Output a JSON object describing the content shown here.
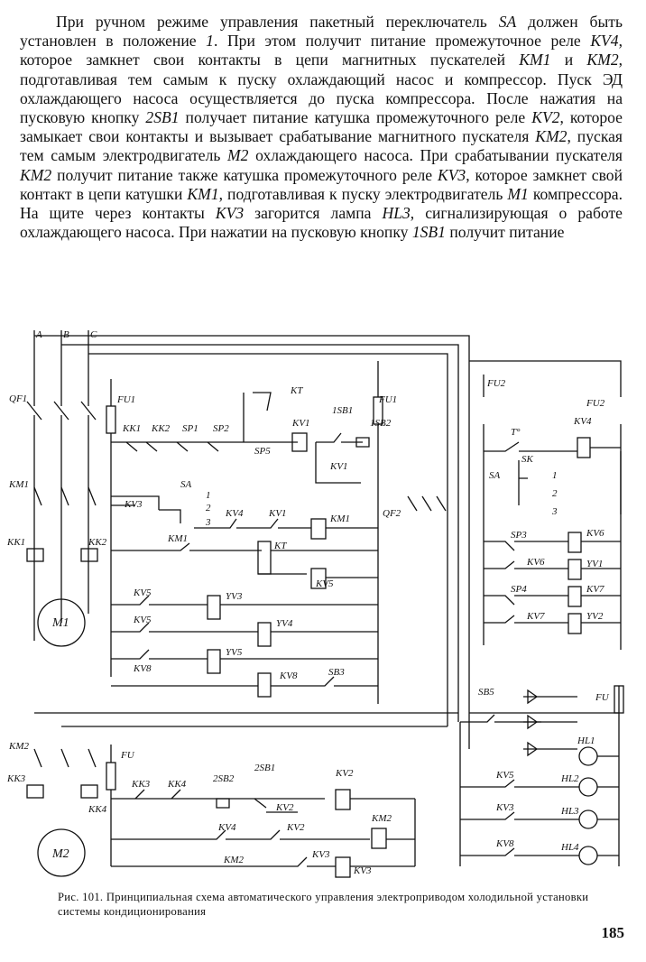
{
  "paragraph": {
    "segments": [
      {
        "t": "При ручном режиме управления пакетный переключатель "
      },
      {
        "t": "SA",
        "i": true
      },
      {
        "t": " должен быть установлен в положение "
      },
      {
        "t": "1",
        "i": true
      },
      {
        "t": ". При этом получит питание промежуточное реле "
      },
      {
        "t": "KV4",
        "i": true
      },
      {
        "t": ", которое замкнет свои контакты в цепи магнитных пускателей "
      },
      {
        "t": "KM1",
        "i": true
      },
      {
        "t": " и "
      },
      {
        "t": "KM2",
        "i": true
      },
      {
        "t": ", подготавливая тем самым к пуску охлаждающий насос и компрессор. Пуск ЭД охлаждающего насоса осуществляется до пуска компрессора. После нажатия на пусковую кнопку "
      },
      {
        "t": "2SB1",
        "i": true
      },
      {
        "t": " получает питание катушка промежуточного реле "
      },
      {
        "t": "KV2",
        "i": true
      },
      {
        "t": ", которое замыкает свои контакты и вызывает срабатывание магнитного пускателя "
      },
      {
        "t": "KM2",
        "i": true
      },
      {
        "t": ", пуская тем самым электродвигатель "
      },
      {
        "t": "M2",
        "i": true
      },
      {
        "t": " охлаждающего насоса. При срабатывании пускателя "
      },
      {
        "t": "KM2",
        "i": true
      },
      {
        "t": " получит питание также катушка промежуточного реле "
      },
      {
        "t": "KV3",
        "i": true
      },
      {
        "t": ", которое замкнет свой контакт в цепи катушки "
      },
      {
        "t": "KM1",
        "i": true
      },
      {
        "t": ", подготавливая к пуску электродвигатель "
      },
      {
        "t": "M1",
        "i": true
      },
      {
        "t": " компрессора. На щите через контакты "
      },
      {
        "t": "KV3",
        "i": true
      },
      {
        "t": " загорится лампа "
      },
      {
        "t": "HL3",
        "i": true
      },
      {
        "t": ", сигнализирующая о работе охлаждающего насоса. При нажатии на пусковую кнопку "
      },
      {
        "t": "1SB1",
        "i": true
      },
      {
        "t": " получит питание"
      }
    ]
  },
  "diagram": {
    "phases": [
      "A",
      "B",
      "C"
    ],
    "labels": {
      "qf1": "QF1",
      "fu1_left": "FU1",
      "fu1_right": "FU1",
      "fu2_top": "FU2",
      "fu2_right": "FU2",
      "kt_top": "KT",
      "kv1_coil": "KV1",
      "sb1_1": "1SB1",
      "sb2_1": "1SB2",
      "kv1_contact": "KV1",
      "kk1": "KK1",
      "kk2": "KK2",
      "sp1": "SP1",
      "sp2": "SP2",
      "sp5": "SP5",
      "km1_left": "KM1",
      "kk1_left": "KK1",
      "kk2_left": "KK2",
      "m1": "M1",
      "kv3_sa": "KV3",
      "sa_mid": "SA",
      "pos1": "1",
      "pos2": "2",
      "pos3": "3",
      "kv4_r1": "KV4",
      "kv1_r1": "KV1",
      "km1_coil": "KM1",
      "km1_r2": "KM1",
      "kt_coil": "KT",
      "kv5_coil": "KV5",
      "kv5_r3": "KV5",
      "yv3": "YV3",
      "kv5_r4": "KV5",
      "yv4": "YV4",
      "kv8_r5": "KV8",
      "yv5": "YV5",
      "kv8_coil": "KV8",
      "sb3": "SB3",
      "qf2": "QF2",
      "t_sensor": "T°",
      "sa_right": "SA",
      "sk": "SK",
      "rpos1": "1",
      "rpos2": "2",
      "rpos3": "3",
      "kv4_coil": "KV4",
      "sp3": "SP3",
      "kv6_coil": "KV6",
      "kv6_contact": "KV6",
      "yv1": "YV1",
      "sp4": "SP4",
      "kv7_coil": "KV7",
      "kv7_contact": "KV7",
      "yv2": "YV2",
      "km2_left": "KM2",
      "kk3_left": "KK3",
      "kk4_left": "KK4",
      "m2": "M2",
      "fu_bottom": "FU",
      "kk3": "KK3",
      "kk4": "KK4",
      "sb2_2": "2SB2",
      "sb1_2": "2SB1",
      "kv2_coil": "KV2",
      "kv2_contact": "KV2",
      "kv4_b": "KV4",
      "kv2_b": "KV2",
      "km2_coil": "KM2",
      "km2_b": "KM2",
      "kv3_b": "KV3",
      "kv3_coil": "KV3",
      "sb5": "SB5",
      "fu_right": "FU",
      "hl1": "HL1",
      "hl2": "HL2",
      "hl3": "HL3",
      "hl4": "HL4",
      "kv5_lamp": "KV5",
      "kv3_lamp": "KV3",
      "kv8_lamp": "KV8"
    }
  },
  "caption": {
    "number": "Рис. 101.",
    "text": "Принципиальная схема автоматического управления электроприводом холодильной установки системы кондиционирования"
  },
  "page_number": "185"
}
